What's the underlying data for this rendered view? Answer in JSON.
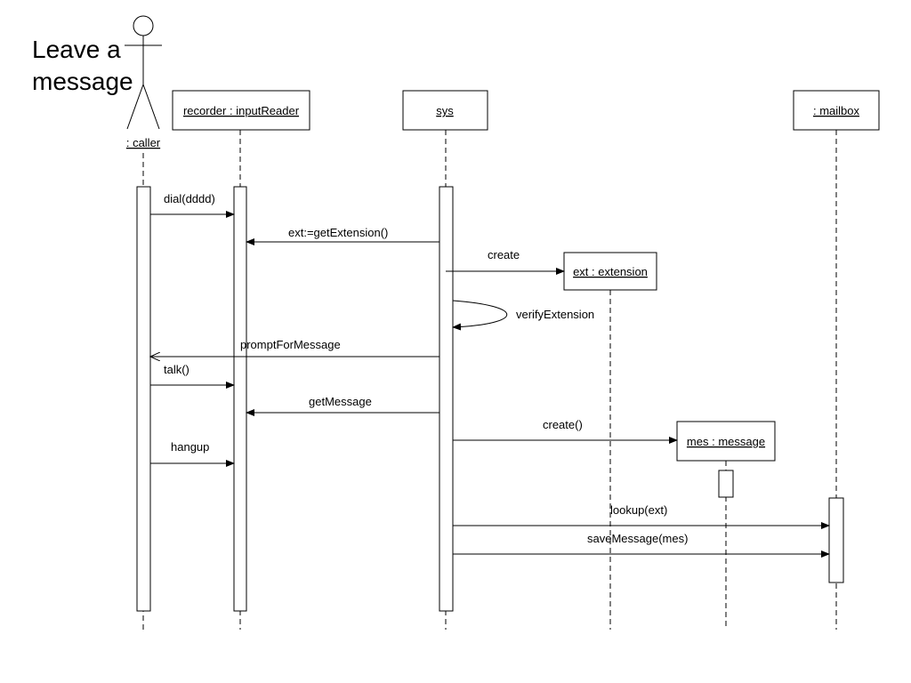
{
  "title": [
    "Leave a",
    "message"
  ],
  "actor": {
    "label": ": caller"
  },
  "objects": {
    "recorder": ": inputReader",
    "recorder_name": "recorder",
    "sys": "sys",
    "ext": "ext : extension",
    "mes": "mes : message",
    "mailbox": ": mailbox"
  },
  "messages": {
    "dial": "dial(dddd)",
    "getExtension": "ext:=getExtension()",
    "create": "create",
    "verifyExtension": "verifyExtension",
    "promptForMessage": "promptForMessage",
    "talk": "talk()",
    "getMessage": "getMessage",
    "create2": "create()",
    "hangup": "hangup",
    "lookup": "lookup(ext)",
    "saveMessage": "saveMessage(mes)"
  }
}
